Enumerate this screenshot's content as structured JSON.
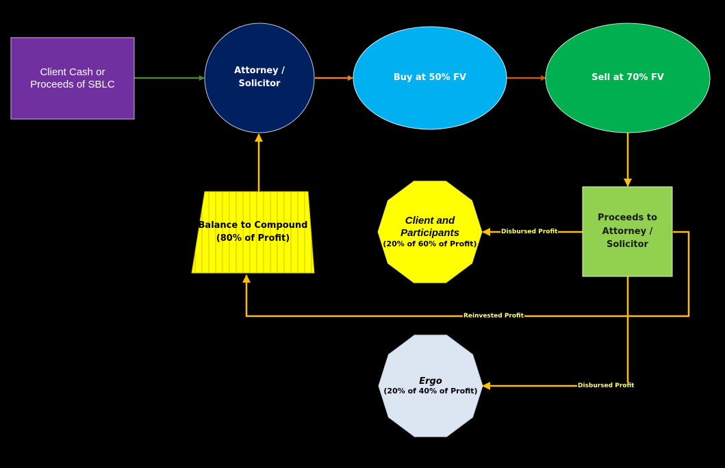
{
  "colors": {
    "background": "#000000",
    "client_cash": "#7030a0",
    "attorney": "#002060",
    "buy": "#00b0f0",
    "sell": "#00b050",
    "proceeds": "#92d050",
    "balance": "#ffff00",
    "client_participants": "#ffff00",
    "ergo": "#dce6f2",
    "arrow_green": "#548235",
    "arrow_orange": "#ed7d31",
    "arrow_gold": "#ffc000",
    "edge_label": "#ffff66"
  },
  "nodes": {
    "client_cash": {
      "line1": "Client Cash or",
      "line2": "Proceeds of SBLC"
    },
    "attorney": {
      "line1": "Attorney /",
      "line2": "Solicitor"
    },
    "buy": {
      "label": "Buy at 50% FV"
    },
    "sell": {
      "label": "Sell at 70% FV"
    },
    "proceeds": {
      "line1": "Proceeds to",
      "line2": "Attorney /",
      "line3": "Solicitor"
    },
    "balance": {
      "line1": "Balance to Compound",
      "line2": "(80% of Profit)"
    },
    "client_participants": {
      "line1": "Client and",
      "line2": "Participants",
      "line3": "(20% of 60% of Profit)"
    },
    "ergo": {
      "line1": "Ergo",
      "line2": "(20% of 40% of Profit)"
    }
  },
  "edges": {
    "disbursed_top": "Disbursed Profit",
    "reinvested": "Reinvested Profit",
    "disbursed_bottom": "Disbursed Profit"
  }
}
